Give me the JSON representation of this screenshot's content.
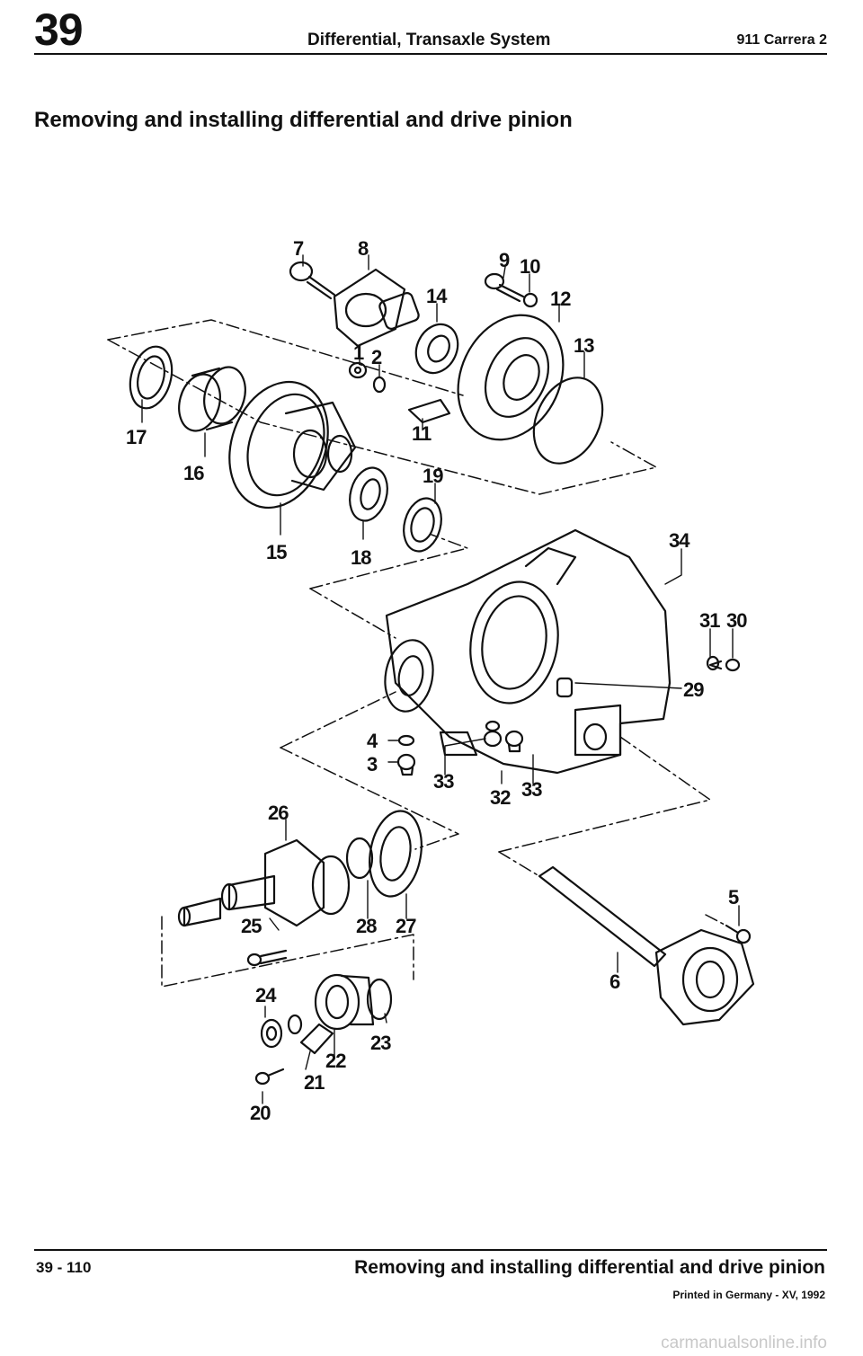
{
  "header": {
    "chapter": "39",
    "title": "Differential, Transaxle System",
    "model": "911 Carrera 2"
  },
  "section_title": "Removing and installing differential and drive pinion",
  "diagram": {
    "callouts": [
      "1",
      "2",
      "3",
      "4",
      "5",
      "6",
      "7",
      "8",
      "9",
      "10",
      "11",
      "12",
      "13",
      "14",
      "15",
      "16",
      "17",
      "18",
      "19",
      "20",
      "21",
      "22",
      "23",
      "24",
      "25",
      "26",
      "27",
      "28",
      "29",
      "30",
      "31",
      "32",
      "33",
      "33",
      "34"
    ]
  },
  "footer": {
    "page": "39 - 110",
    "title": "Removing and installing differential and drive pinion",
    "printed": "Printed in Germany - XV, 1992"
  },
  "watermark": "carmanualsonline.info"
}
